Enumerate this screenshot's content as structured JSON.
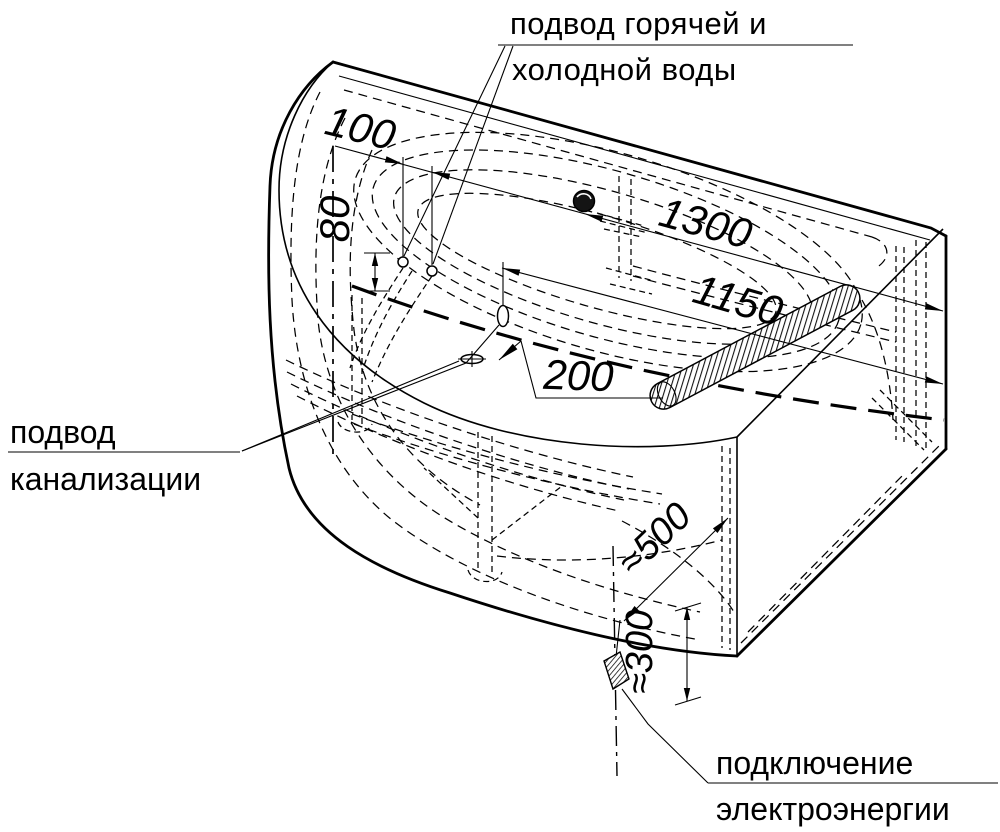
{
  "colors": {
    "ink": "#000000",
    "paper": "#ffffff"
  },
  "labels": {
    "water_supply": {
      "line1": "подвод горячей и",
      "line2": "холодной воды"
    },
    "sewage": {
      "line1": "подвод",
      "line2": "канализации"
    },
    "power": {
      "line1": "подключение",
      "line2": "электроэнергии"
    }
  },
  "dimensions": {
    "d100": "100",
    "d80": "80",
    "d1300": "1300",
    "d1150": "1150",
    "d200": "200",
    "d500": "≈500",
    "d300": "≈300"
  }
}
